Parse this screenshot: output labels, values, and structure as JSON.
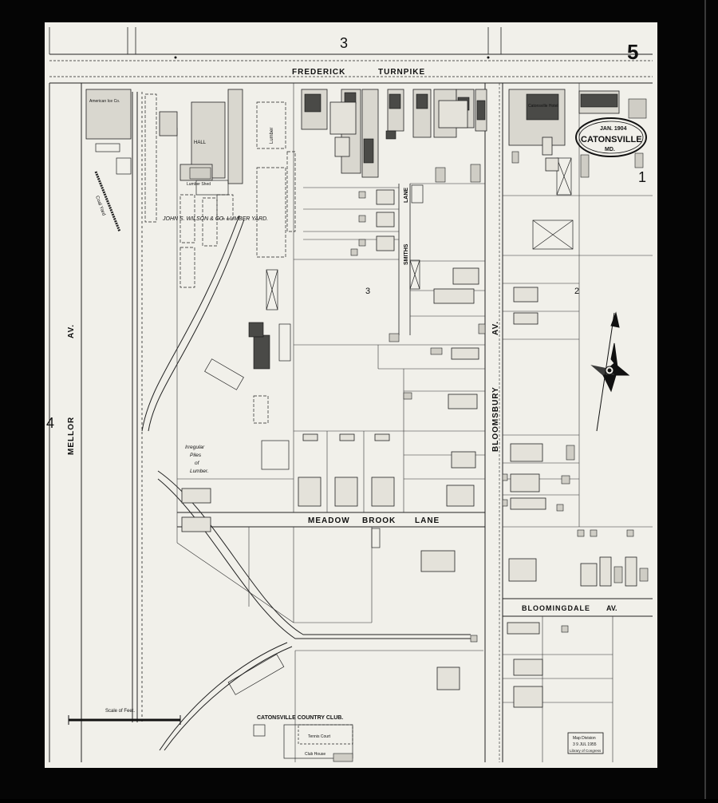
{
  "sheet": {
    "sheet_number": "5",
    "adjoining_top": "3",
    "adjoining_left": "4",
    "adjoining_right": "1"
  },
  "stamp": {
    "date": "JAN. 1904",
    "town": "CATONSVILLE",
    "state": "MD."
  },
  "streets": {
    "frederick": "FREDERICK",
    "turnpike": "TURNPIKE",
    "mellor": "MELLOR",
    "mellor_av": "AV.",
    "bloomsbury": "BLOOMSBURY",
    "bloomsbury_av": "AV.",
    "meadow": "MEADOW",
    "brook": "BROOK",
    "lane": "LANE",
    "bloomingdale": "BLOOMINGDALE",
    "bloomingdale_av": "AV.",
    "smiths": "SMITHS",
    "smiths_lane": "LANE"
  },
  "block_numbers": {
    "block_3": "3",
    "block_2": "2"
  },
  "labels": {
    "lumber_yard": "JOHN S. WILSON & CO. LUMBER YARD.",
    "country_club": "CATONSVILLE COUNTRY CLUB.",
    "irregular_piles": [
      "Irregular",
      "Piles",
      "of",
      "Lumber."
    ],
    "coal_yard": "Coal Yard",
    "lumber_shed": "Lumber Shed",
    "lumber": "Lumber",
    "hall": "HALL",
    "tennis_court": "Tennis Court",
    "club_house": "Club House",
    "american_ice": "American Ice Co.",
    "hotel": "Catonsville Hotel"
  },
  "scale": {
    "label": "Scale of Feet."
  },
  "library_stamp": {
    "line1": "Map Division",
    "line2": "3 9 JUL 1955",
    "line3": "Library of Congress"
  }
}
